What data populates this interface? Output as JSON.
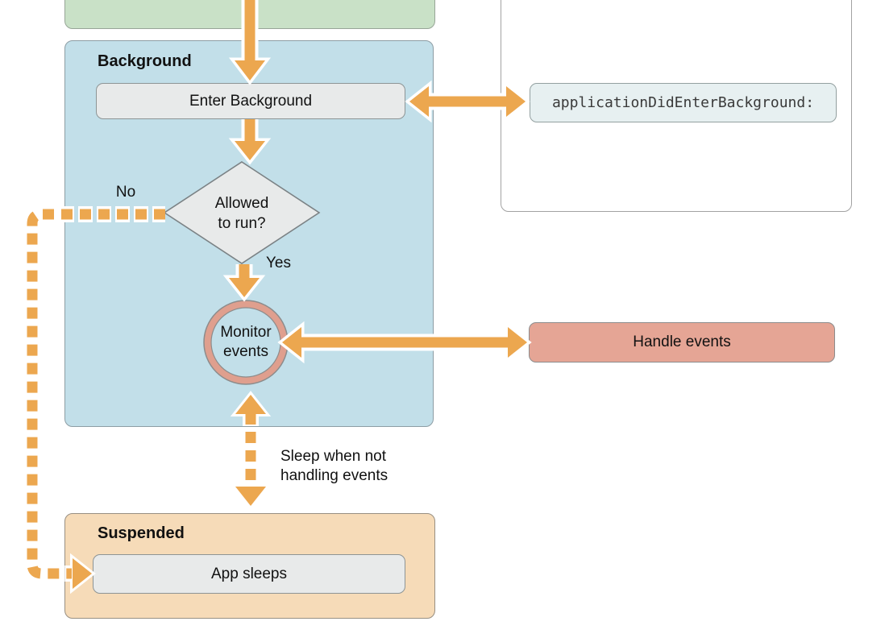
{
  "diagram": {
    "background_section": {
      "label": "Background"
    },
    "suspended_section": {
      "label": "Suspended"
    },
    "nodes": {
      "enter_background": {
        "label": "Enter Background"
      },
      "decision": {
        "line1": "Allowed",
        "line2": "to run?"
      },
      "monitor_events": {
        "line1": "Monitor",
        "line2": "events"
      },
      "handle_events": {
        "label": "Handle events"
      },
      "app_sleeps": {
        "label": "App sleeps"
      },
      "code_callout": {
        "label": "applicationDidEnterBackground:"
      }
    },
    "edge_labels": {
      "no": "No",
      "yes": "Yes",
      "sleep_line1": "Sleep when not",
      "sleep_line2": "handling events"
    },
    "colors": {
      "arrow": "#eca74f",
      "background_fill": "#c2dfe9",
      "top_state_fill": "#c9e1c7",
      "suspended_fill": "#f6dbb8",
      "event_fill": "#e5a595",
      "node_fill": "#e8eaea",
      "code_fill": "#e7f0f1"
    }
  }
}
